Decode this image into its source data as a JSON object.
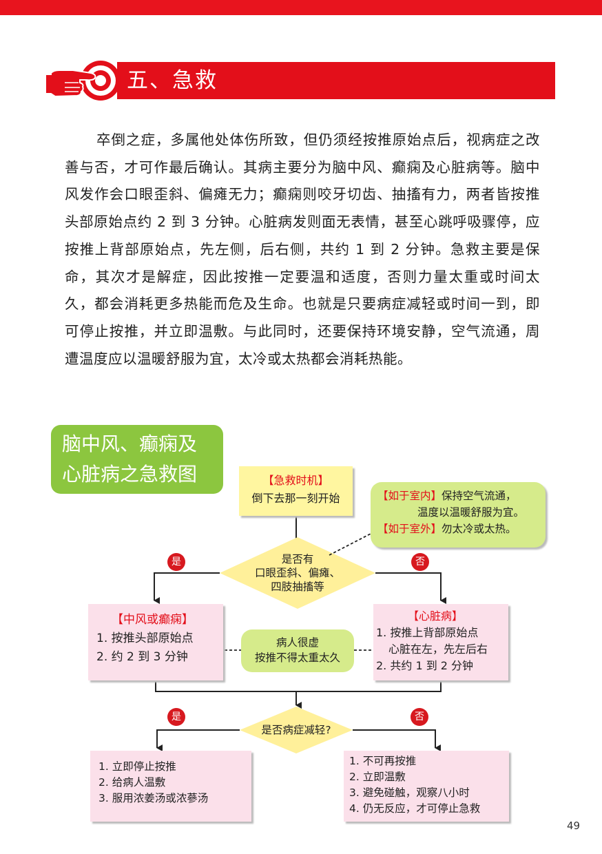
{
  "header": {
    "title": "五、急救"
  },
  "body": {
    "paragraph": "卒倒之症，多属他处体伤所致，但仍须经按推原始点后，视病症之改善与否，才可作最后确认。其病主要分为脑中风、癫痫及心脏病等。脑中风发作会口眼歪斜、偏瘫无力；癫痫则咬牙切齿、抽搐有力，两者皆按推头部原始点约 2 到 3 分钟。心脏病发则面无表情，甚至心跳呼吸骤停，应按推上背部原始点，先左侧，后右侧，共约 1 到 2 分钟。急救主要是保命，其次才是解症，因此按推一定要温和适度，否则力量太重或时间太久，都会消耗更多热能而危及生命。也就是只要病症减轻或时间一到，即可停止按推，并立即温敷。与此同时，还要保持环境安静，空气流通，周遭温度应以温暖舒服为宜，太冷或太热都会消耗热能。"
  },
  "chart_title": {
    "line1": "脑中风、癫痫及",
    "line2": "心脏病之急救图"
  },
  "flowchart": {
    "timing": {
      "label": "【急救时机】",
      "text": "倒下去那一刻开始"
    },
    "environment": {
      "indoor_label": "【如于室内】",
      "indoor_text_1": "保持空气流通，",
      "indoor_text_2": "温度以温暖舒服为宜。",
      "outdoor_label": "【如于室外】",
      "outdoor_text": "勿太冷或太热。"
    },
    "decision1": {
      "line1": "是否有",
      "line2": "口眼歪斜、偏瘫、",
      "line3": "四肢抽搐等"
    },
    "yes": "是",
    "no": "否",
    "stroke_box": {
      "title": "【中风或癫痫】",
      "step1": "1. 按推头部原始点",
      "step2": "2. 约 2 到 3 分钟"
    },
    "heart_box": {
      "title": "【心脏病】",
      "step1": "1. 按推上背部原始点",
      "step1b": "心脏在左，先左后右",
      "step2": "2. 共约 1 到 2 分钟"
    },
    "weak_note": {
      "line1": "病人很虚",
      "line2": "按推不得太重太久"
    },
    "decision2": {
      "text": "是否病症减轻?"
    },
    "relieved_box": {
      "step1": "1. 立即停止按推",
      "step2": "2. 给病人温敷",
      "step3": "3. 服用浓姜汤或浓蔘汤"
    },
    "not_relieved_box": {
      "step1": "1. 不可再按推",
      "step2": "2. 立即温敷",
      "step3": "3. 避免碰触，观察八小时",
      "step4": "4. 仍无反应，才可停止急救"
    }
  },
  "page_number": "49",
  "colors": {
    "red": "#e30f1a",
    "green": "#8cc63f",
    "light_green": "#d6eb8b",
    "yellow": "#fff6a0",
    "pink": "#fbe0ea",
    "diamond": "#fff09a"
  }
}
